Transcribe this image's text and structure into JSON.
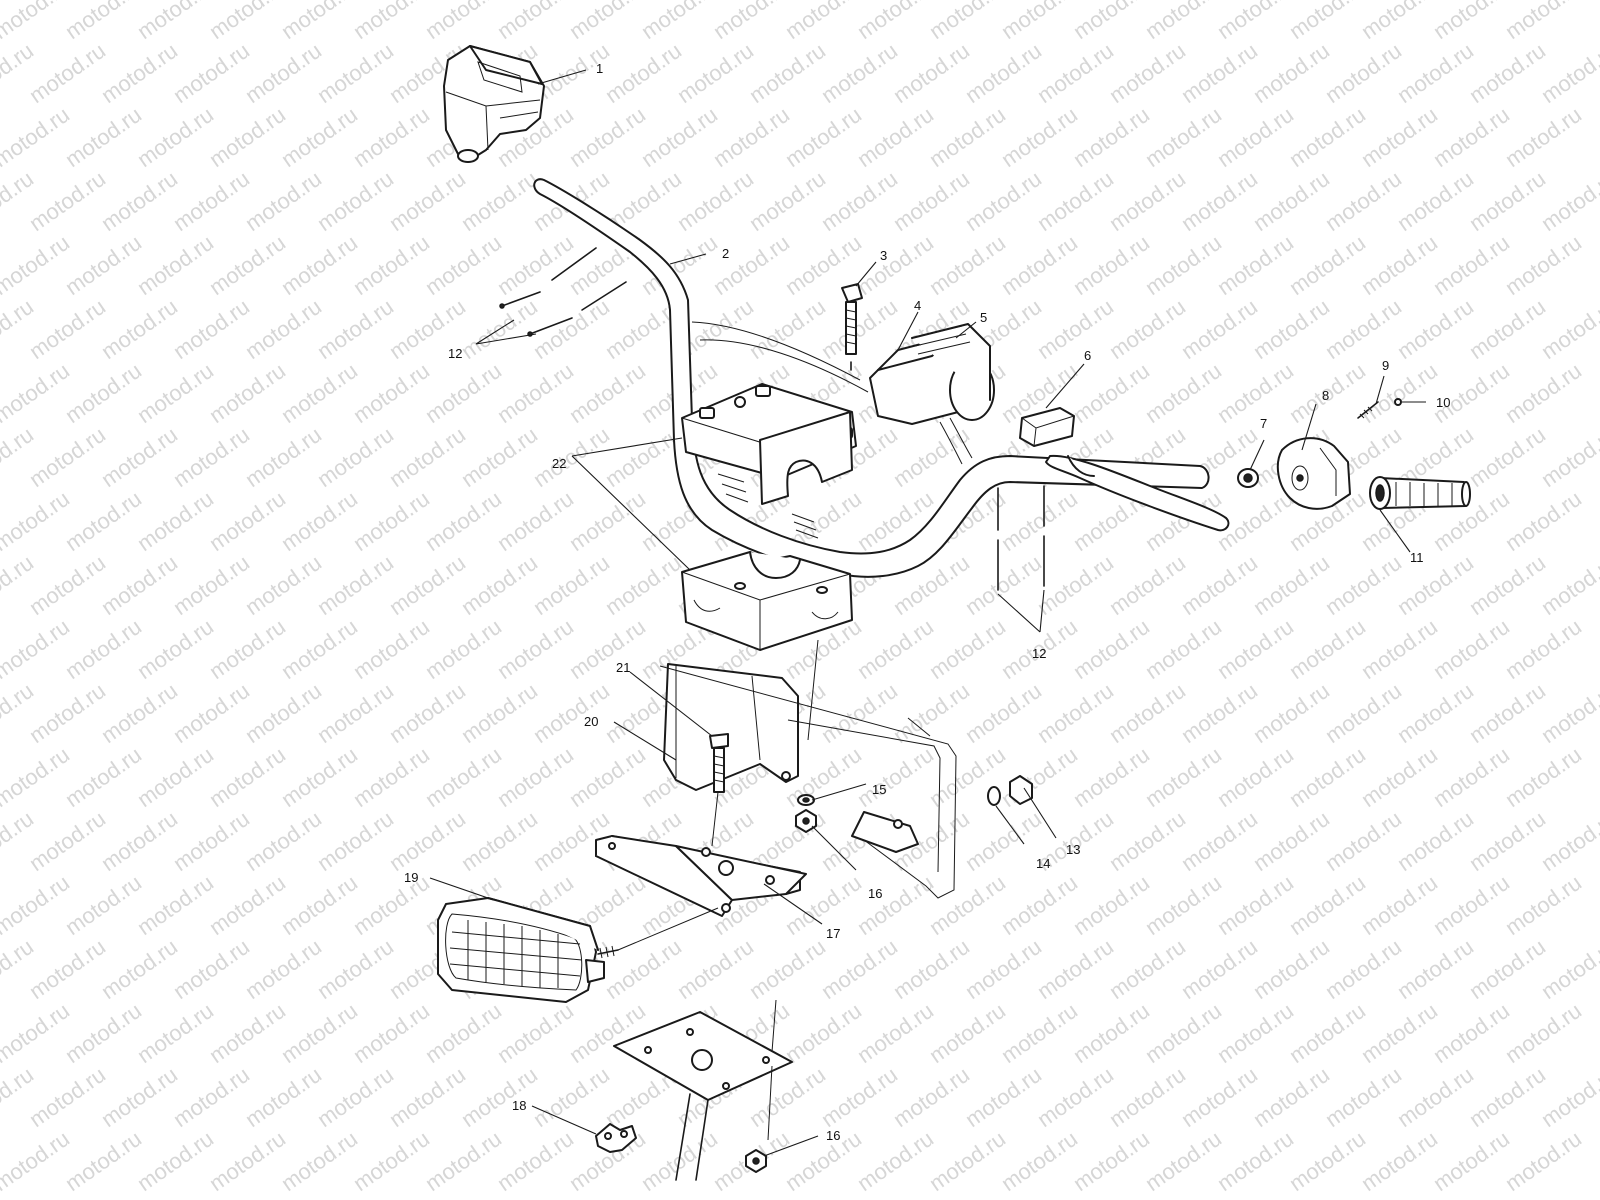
{
  "watermark": {
    "text": "motod.ru",
    "color": "#d6d6d6"
  },
  "diagram": {
    "callouts": [
      {
        "id": "c1",
        "label": "1"
      },
      {
        "id": "c2",
        "label": "2"
      },
      {
        "id": "c3",
        "label": "3"
      },
      {
        "id": "c4",
        "label": "4"
      },
      {
        "id": "c5",
        "label": "5"
      },
      {
        "id": "c6",
        "label": "6"
      },
      {
        "id": "c7",
        "label": "7"
      },
      {
        "id": "c8",
        "label": "8"
      },
      {
        "id": "c9",
        "label": "9"
      },
      {
        "id": "c10",
        "label": "10"
      },
      {
        "id": "c11",
        "label": "11"
      },
      {
        "id": "c12a",
        "label": "12"
      },
      {
        "id": "c12b",
        "label": "12"
      },
      {
        "id": "c13",
        "label": "13"
      },
      {
        "id": "c14",
        "label": "14"
      },
      {
        "id": "c15",
        "label": "15"
      },
      {
        "id": "c16a",
        "label": "16"
      },
      {
        "id": "c16b",
        "label": "16"
      },
      {
        "id": "c17",
        "label": "17"
      },
      {
        "id": "c18",
        "label": "18"
      },
      {
        "id": "c19",
        "label": "19"
      },
      {
        "id": "c20",
        "label": "20"
      },
      {
        "id": "c21",
        "label": "21"
      },
      {
        "id": "c22",
        "label": "22"
      }
    ]
  }
}
